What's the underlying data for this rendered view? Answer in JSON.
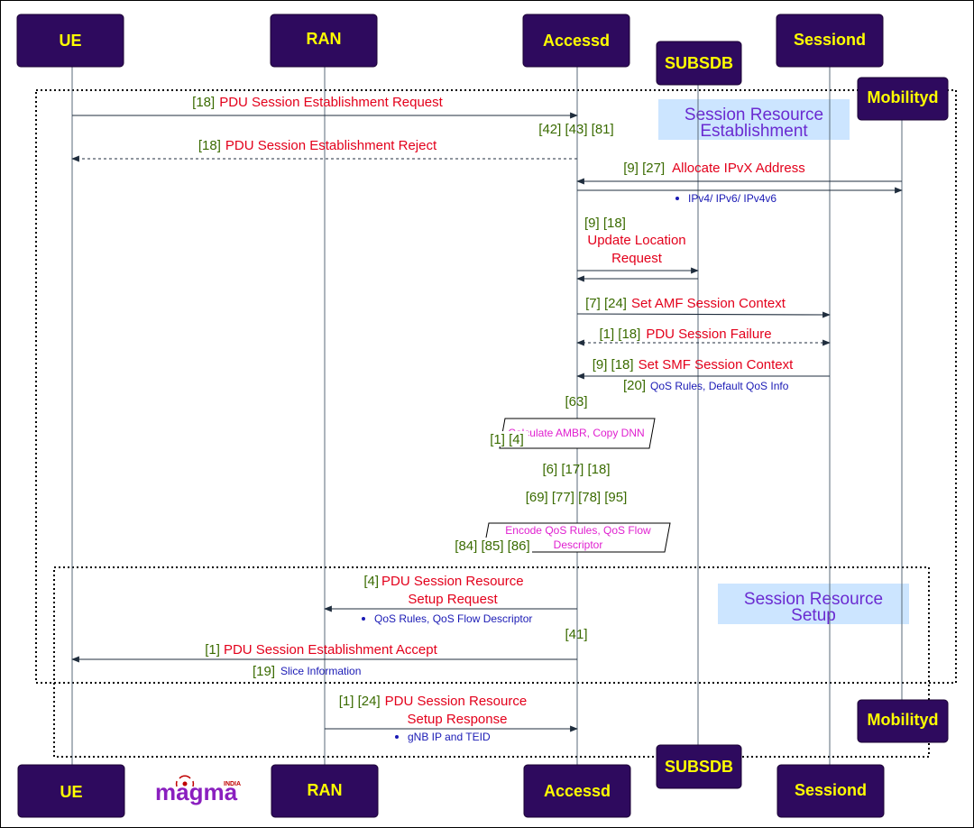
{
  "actors": {
    "ue": "UE",
    "ran": "RAN",
    "accessd": "Accessd",
    "subsdb": "SUBSDB",
    "sessiond": "Sessiond",
    "mobilityd": "Mobilityd"
  },
  "phases": {
    "establishment": [
      "Session Resource",
      "Establishment"
    ],
    "setup": [
      "Session Resource",
      "Setup"
    ]
  },
  "messages": {
    "m1": {
      "ref": "[18]",
      "label": "PDU Session Establishment Request"
    },
    "m1_refs": "[42] [43] [81]",
    "m2": {
      "ref": "[18]",
      "label": "PDU Session Establishment Reject"
    },
    "m3": {
      "ref": "[9] [27]",
      "label": "Allocate IPvX Address"
    },
    "m3_note": "IPv4/ IPv6/ IPv4v6",
    "m4": {
      "ref": "[9] [18]",
      "label_lines": [
        "Update Location",
        "Request"
      ]
    },
    "m5": {
      "ref": "[7] [24]",
      "label": "Set AMF Session Context"
    },
    "m6": {
      "ref": "[1] [18]",
      "label": "PDU Session Failure"
    },
    "m7": {
      "ref": "[9] [18]",
      "label": "Set SMF Session Context"
    },
    "m7_ref2": "[20]",
    "m7_note": "QoS Rules, Default QoS Info",
    "ref_63": "[63]",
    "proc1": "Calculate AMBR, Copy DNN",
    "proc1_refs": "[1] [4]",
    "refs_6": "[6] [17] [18]",
    "refs_69": "[69] [77] [78] [95]",
    "proc2_lines": [
      "Encode QoS Rules, QoS Flow",
      "Descriptor"
    ],
    "proc2_refs": "[84] [85] [86]",
    "m8": {
      "ref": "[4]",
      "label_lines": [
        "PDU Session Resource",
        "Setup Request"
      ]
    },
    "m8_note": "QoS Rules, QoS Flow Descriptor",
    "ref_41": "[41]",
    "m9": {
      "ref": "[1]",
      "label": "PDU Session Establishment Accept"
    },
    "m9_ref2": "[19]",
    "m9_note": "Slice Information",
    "m10": {
      "ref": "[1] [24]",
      "label_lines": [
        "PDU Session Resource",
        "Setup Response"
      ]
    },
    "m10_note": "gNB IP and TEID"
  },
  "logo": {
    "text": "magma",
    "tag": "INDIA"
  },
  "colors": {
    "actor_fill": "#2e0a5e",
    "actor_text": "#ffff00",
    "message_text": "#e3001b",
    "ref_text": "#3a6b00",
    "note_text": "#1a1ab5",
    "process_text": "#e020d0",
    "phase_text": "#6a2bd1",
    "phase_fill": "#cce5ff"
  }
}
